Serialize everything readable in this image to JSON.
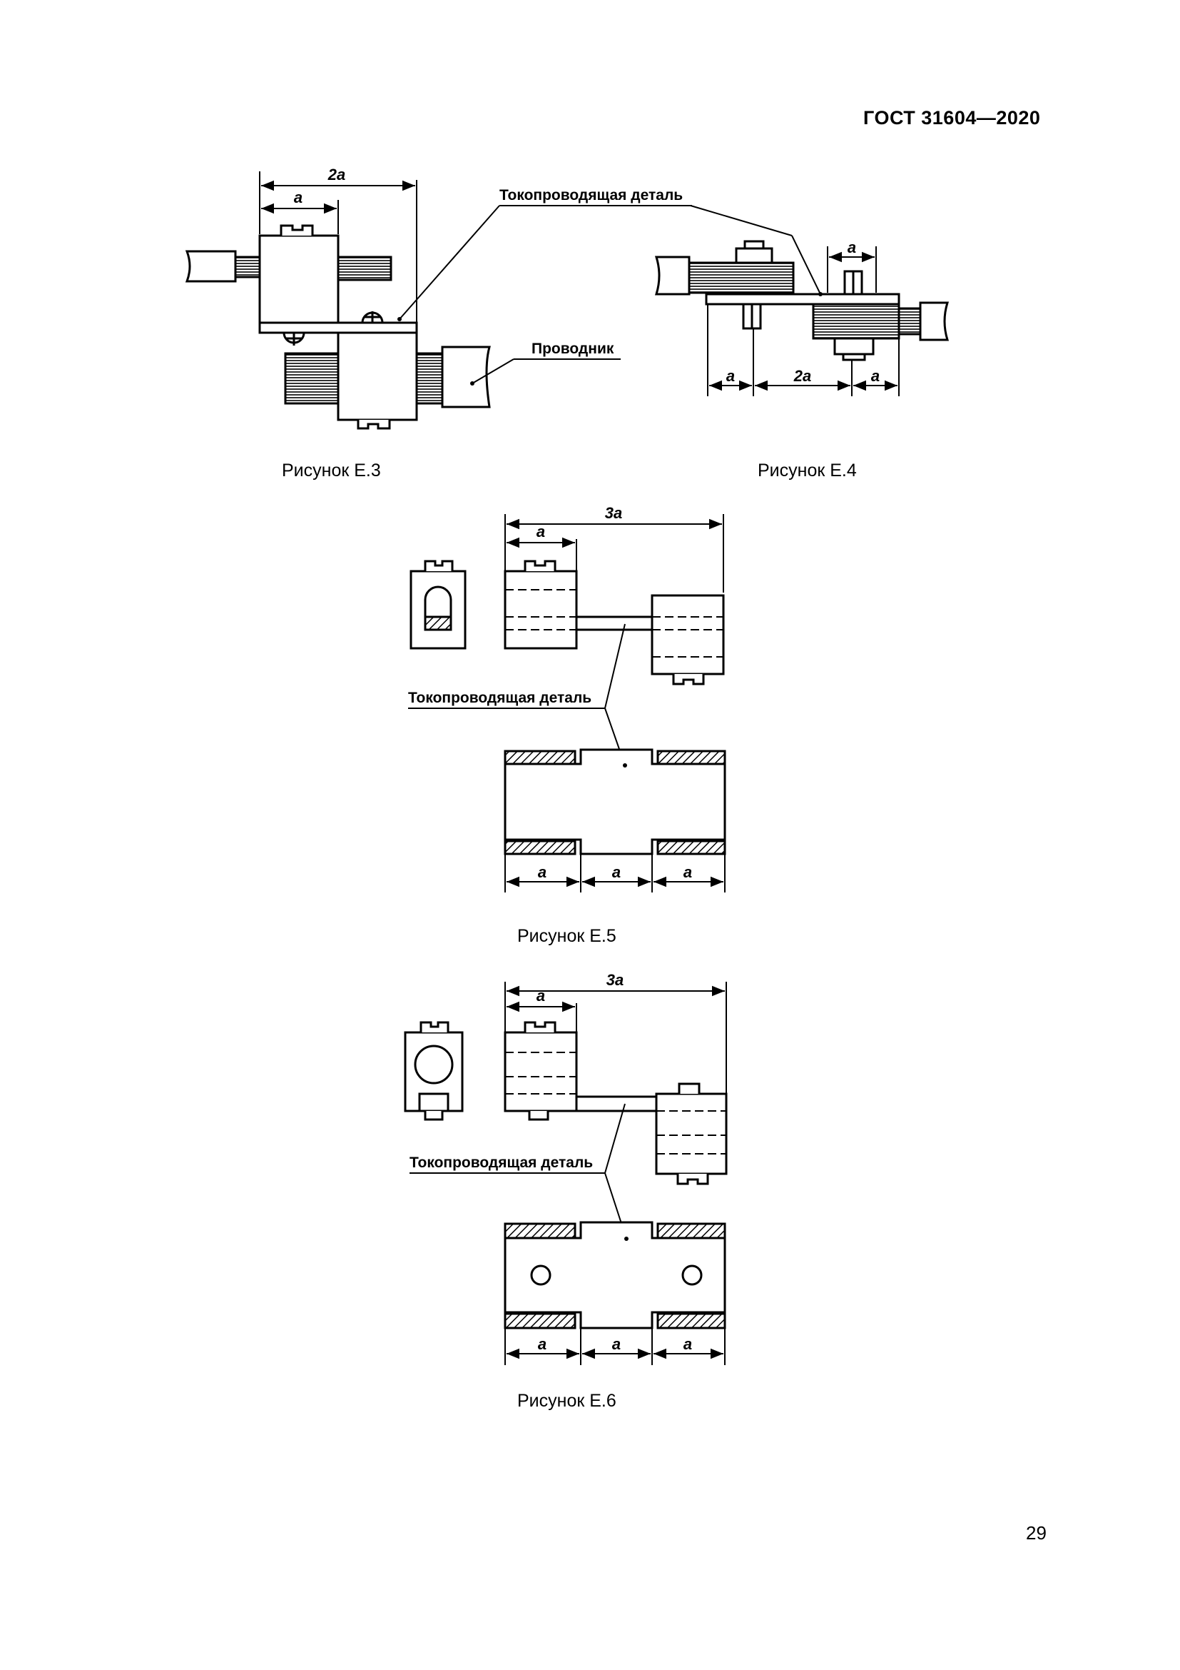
{
  "header": {
    "standard": "ГОСТ 31604—2020"
  },
  "page_number": "29",
  "figures": [
    {
      "caption": "Рисунок Е.3",
      "labels": {
        "conductive_part": "Токопроводящая деталь",
        "conductor": "Проводник"
      },
      "dims": {
        "total": "2a",
        "part": "a"
      }
    },
    {
      "caption": "Рисунок Е.4",
      "dims": {
        "top": "a",
        "left": "a",
        "middle": "2a",
        "right": "a"
      }
    },
    {
      "caption": "Рисунок Е.5",
      "labels": {
        "conductive_part": "Токопроводящая деталь"
      },
      "dims": {
        "total": "3a",
        "part": "a",
        "b1": "a",
        "b2": "a",
        "b3": "a"
      }
    },
    {
      "caption": "Рисунок Е.6",
      "labels": {
        "conductive_part": "Токопроводящая деталь"
      },
      "dims": {
        "total": "3a",
        "part": "a",
        "b1": "a",
        "b2": "a",
        "b3": "a"
      }
    }
  ]
}
